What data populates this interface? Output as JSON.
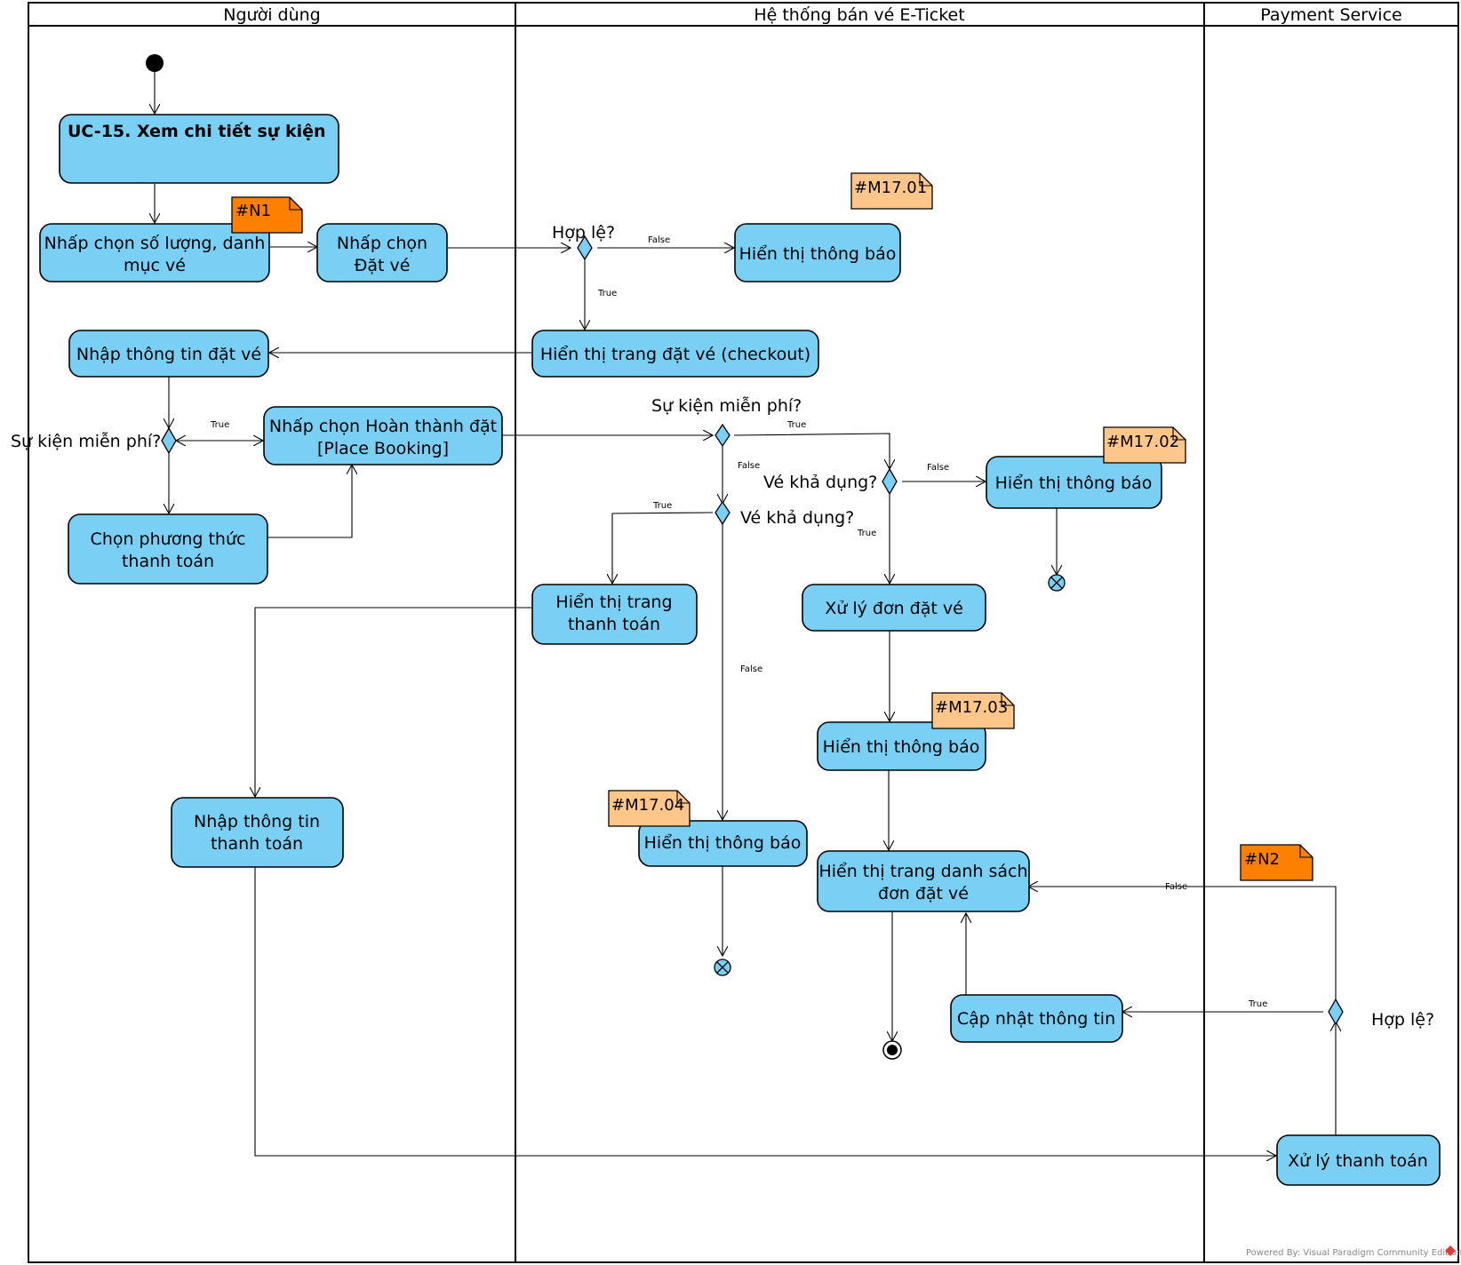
{
  "lanes": [
    {
      "id": "user",
      "title": "Người dùng"
    },
    {
      "id": "system",
      "title": "Hệ thống bán vé E-Ticket"
    },
    {
      "id": "payment",
      "title": "Payment Service"
    }
  ],
  "activities": {
    "uc15": "UC-15. Xem chi tiết sự kiện",
    "select_qty": [
      "Nhấp chọn số lượng, danh",
      "mục vé"
    ],
    "click_book": [
      "Nhấp chọn",
      "Đặt vé"
    ],
    "show_msg_1": "Hiển thị thông báo",
    "show_checkout": "Hiển thị trang đặt vé (checkout)",
    "enter_booking": "Nhập thông tin đặt vé",
    "place_booking": [
      "Nhấp chọn Hoàn thành đặt",
      "[Place Booking]"
    ],
    "choose_payment": [
      "Chọn phương thức",
      "thanh toán"
    ],
    "show_payment_page": [
      "Hiển thị trang",
      "thanh toán"
    ],
    "process_order": "Xử lý đơn đặt vé",
    "show_msg_2": "Hiển thị thông báo",
    "show_msg_3": "Hiển thị thông báo",
    "show_msg_4": "Hiển thị thông báo",
    "enter_payment": [
      "Nhập thông tin",
      "thanh toán"
    ],
    "show_orders": [
      "Hiển thị trang danh sách",
      "đơn đặt vé"
    ],
    "update_info": "Cập nhật thông tin",
    "process_payment": "Xử lý thanh toán"
  },
  "notes": {
    "n1": "#N1",
    "m1701": "#M17.01",
    "m1702": "#M17.02",
    "m1703": "#M17.03",
    "m1704": "#M17.04",
    "n2": "#N2"
  },
  "decisions": {
    "valid_1": "Hợp lệ?",
    "free_event_user": "Sự kiện miễn phí?",
    "free_event_system": "Sự kiện miễn phí?",
    "ticket_avail_right": "Vé khả dụng?",
    "ticket_avail_left": "Vé khả dụng?",
    "valid_2": "Hợp lệ?"
  },
  "guards": {
    "true": "True",
    "false": "False"
  },
  "watermark": "Powered By: Visual Paradigm Community Edition",
  "colors": {
    "activity_fill": "#7acff5",
    "note_strong": "#ff8000",
    "note_light": "#ffc68a"
  }
}
